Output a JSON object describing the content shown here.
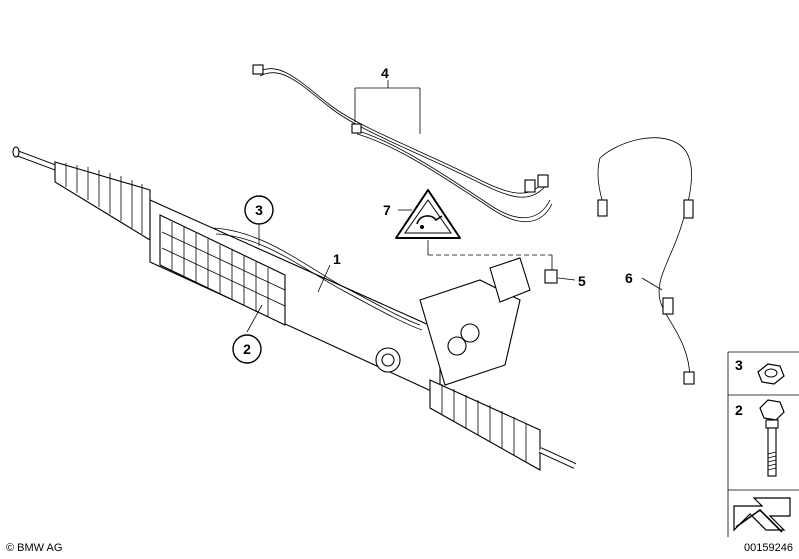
{
  "callouts": {
    "c1": "1",
    "c2": "2",
    "c3": "3",
    "c4": "4",
    "c5": "5",
    "c6": "6",
    "c7": "7",
    "side_3": "3",
    "side_2": "2"
  },
  "footer": {
    "copyright": "© BMW AG",
    "doc_number": "00159246"
  },
  "icons": {
    "warning_symbol": "triangle-fluid-warning-icon",
    "arrow": "direction-arrow-icon"
  }
}
